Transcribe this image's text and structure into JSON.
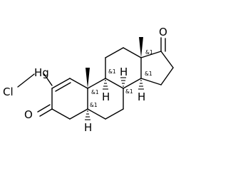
{
  "molecule": {
    "atoms": {
      "mercury": "Hg",
      "chlorine": "Cl",
      "ketone_oxygen_ring_a": "O",
      "ketone_oxygen_ring_d": "O",
      "hydrogen_c8": "H",
      "hydrogen_c9": "H",
      "hydrogen_c14": "H",
      "hydrogen_c5": "H"
    },
    "stereo_labels": {
      "c10": "&1",
      "c9": "&1",
      "c8": "&1",
      "c13": "&1",
      "c14": "&1",
      "c5": "&1"
    }
  }
}
